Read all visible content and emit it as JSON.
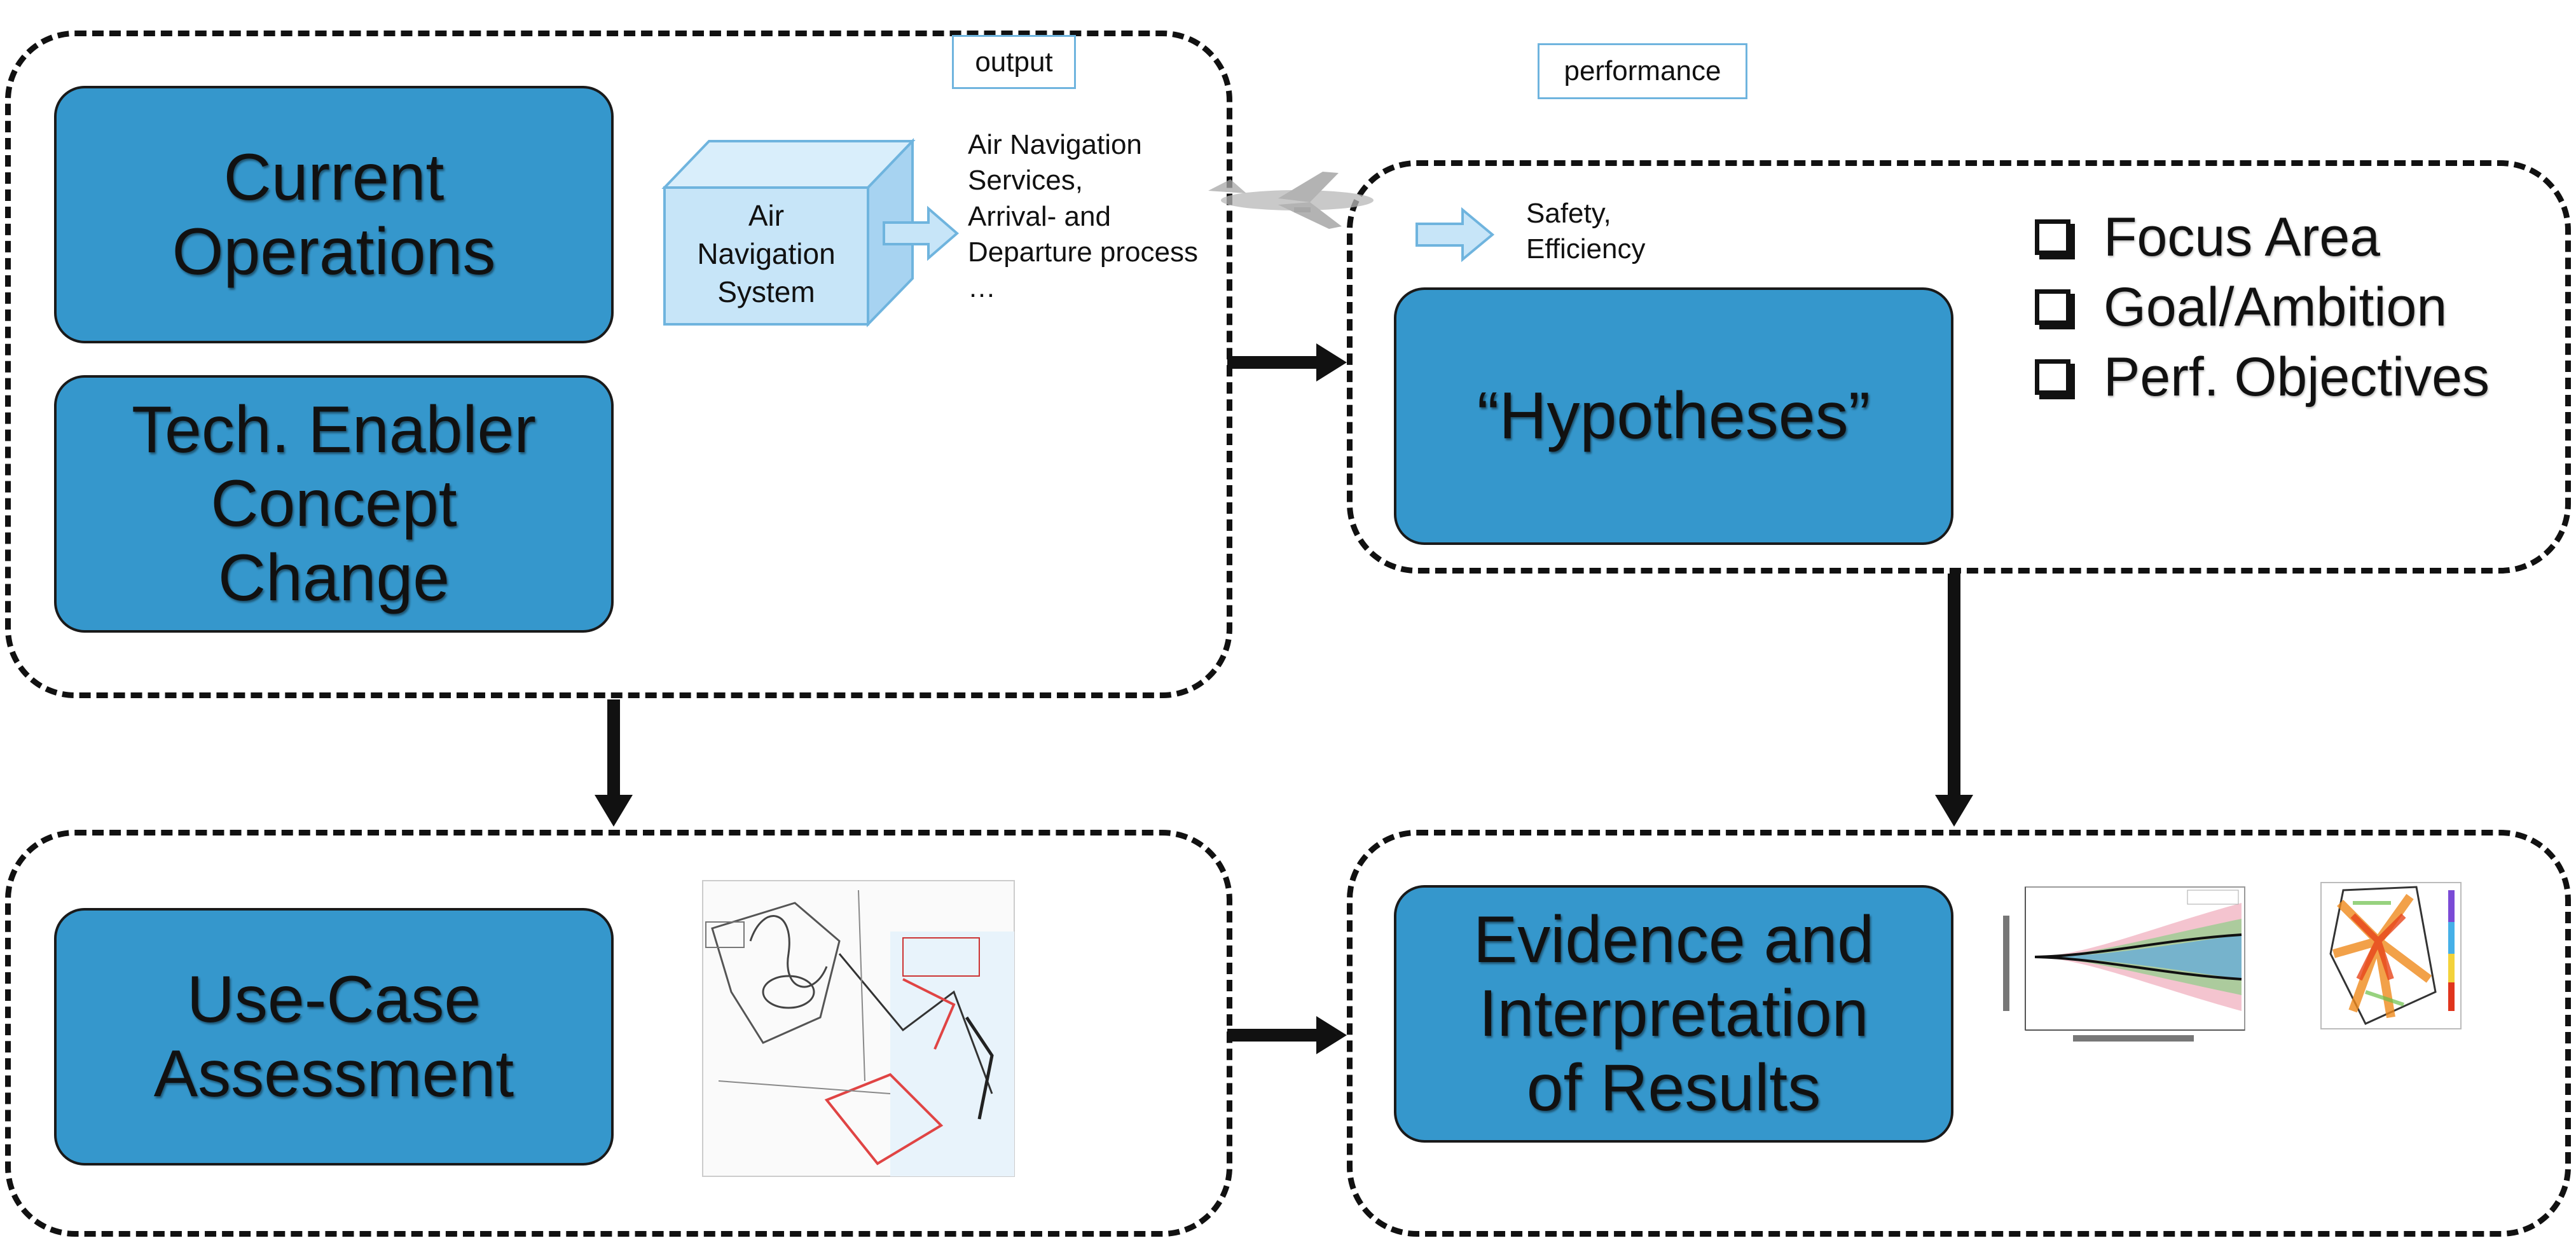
{
  "tags": {
    "output": "output",
    "performance": "performance"
  },
  "boxes": {
    "current_operations": "Current\nOperations",
    "tech_enabler": "Tech. Enabler\nConcept\nChange",
    "hypotheses": "“Hypotheses”",
    "use_case": "Use-Case\nAssessment",
    "evidence": "Evidence and\nInterpretation\nof Results"
  },
  "cube_label": "Air\nNavigation\nSystem",
  "services_text": "Air Navigation\nServices,\nArrival- and\nDeparture process\n…",
  "safety_text": "Safety,\nEfficiency",
  "checklist": [
    "Focus Area",
    "Goal/Ambition",
    "Perf. Objectives"
  ],
  "colors": {
    "box_fill": "#3597cc",
    "cube_fill": "#bfe0f7",
    "arrow_fill": "#bfe0f7",
    "border": "#111111"
  },
  "icons": {
    "airplane": "airplane-icon",
    "map": "approach-chart-thumbnail",
    "plot": "spacing-deviation-plot-thumbnail",
    "heatmap": "trajectory-heatmap-thumbnail"
  }
}
